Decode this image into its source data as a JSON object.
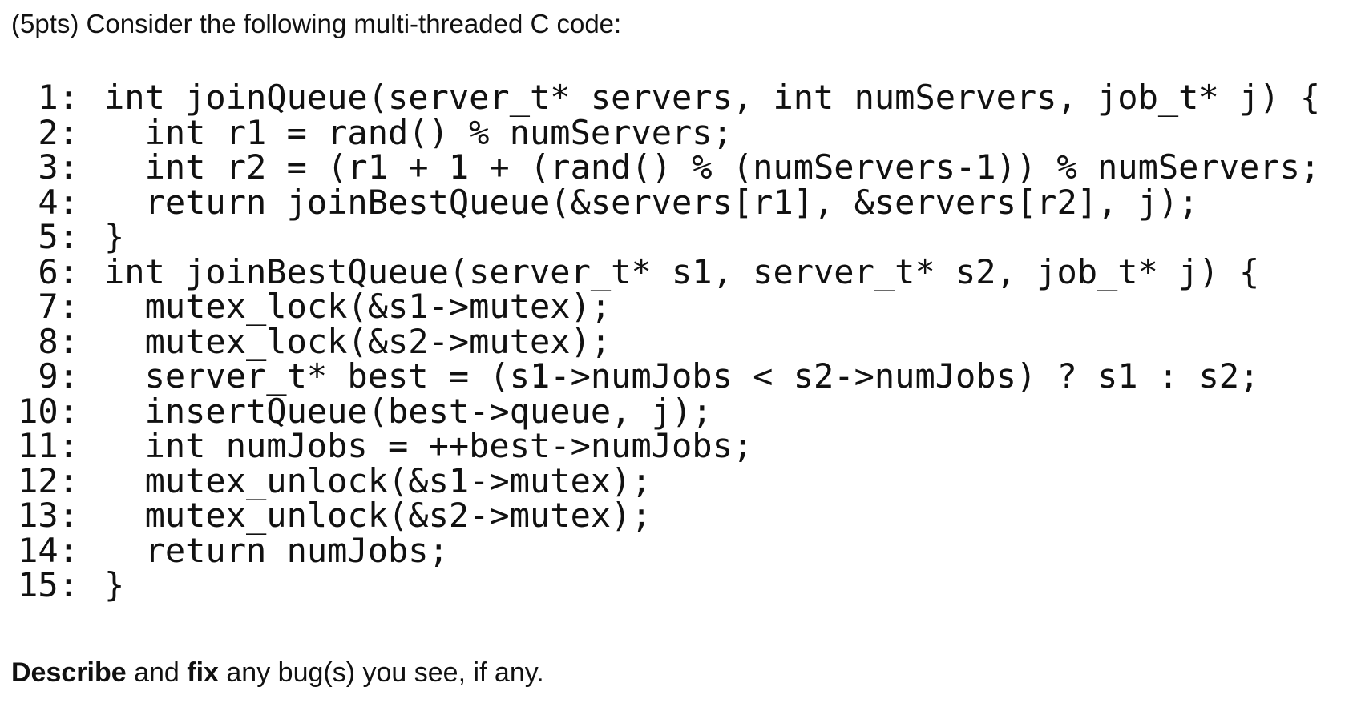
{
  "question": {
    "prompt": "(5pts) Consider the following multi-threaded C code:",
    "code_lines": [
      {
        "num": "1:",
        "text": "int joinQueue(server_t* servers, int numServers, job_t* j) {"
      },
      {
        "num": "2:",
        "text": "  int r1 = rand() % numServers;"
      },
      {
        "num": "3:",
        "text": "  int r2 = (r1 + 1 + (rand() % (numServers-1)) % numServers;"
      },
      {
        "num": "4:",
        "text": "  return joinBestQueue(&servers[r1], &servers[r2], j);"
      },
      {
        "num": "5:",
        "text": "}"
      },
      {
        "num": "6:",
        "text": "int joinBestQueue(server_t* s1, server_t* s2, job_t* j) {"
      },
      {
        "num": "7:",
        "text": "  mutex_lock(&s1->mutex);"
      },
      {
        "num": "8:",
        "text": "  mutex_lock(&s2->mutex);"
      },
      {
        "num": "9:",
        "text": "  server_t* best = (s1->numJobs < s2->numJobs) ? s1 : s2;"
      },
      {
        "num": "10:",
        "text": "  insertQueue(best->queue, j);"
      },
      {
        "num": "11:",
        "text": "  int numJobs = ++best->numJobs;"
      },
      {
        "num": "12:",
        "text": "  mutex_unlock(&s1->mutex);"
      },
      {
        "num": "13:",
        "text": "  mutex_unlock(&s2->mutex);"
      },
      {
        "num": "14:",
        "text": "  return numJobs;"
      },
      {
        "num": "15:",
        "text": "}"
      }
    ],
    "task": {
      "word1": "Describe",
      "and": " and ",
      "word2": "fix",
      "rest": " any bug(s) you see, if any."
    }
  }
}
